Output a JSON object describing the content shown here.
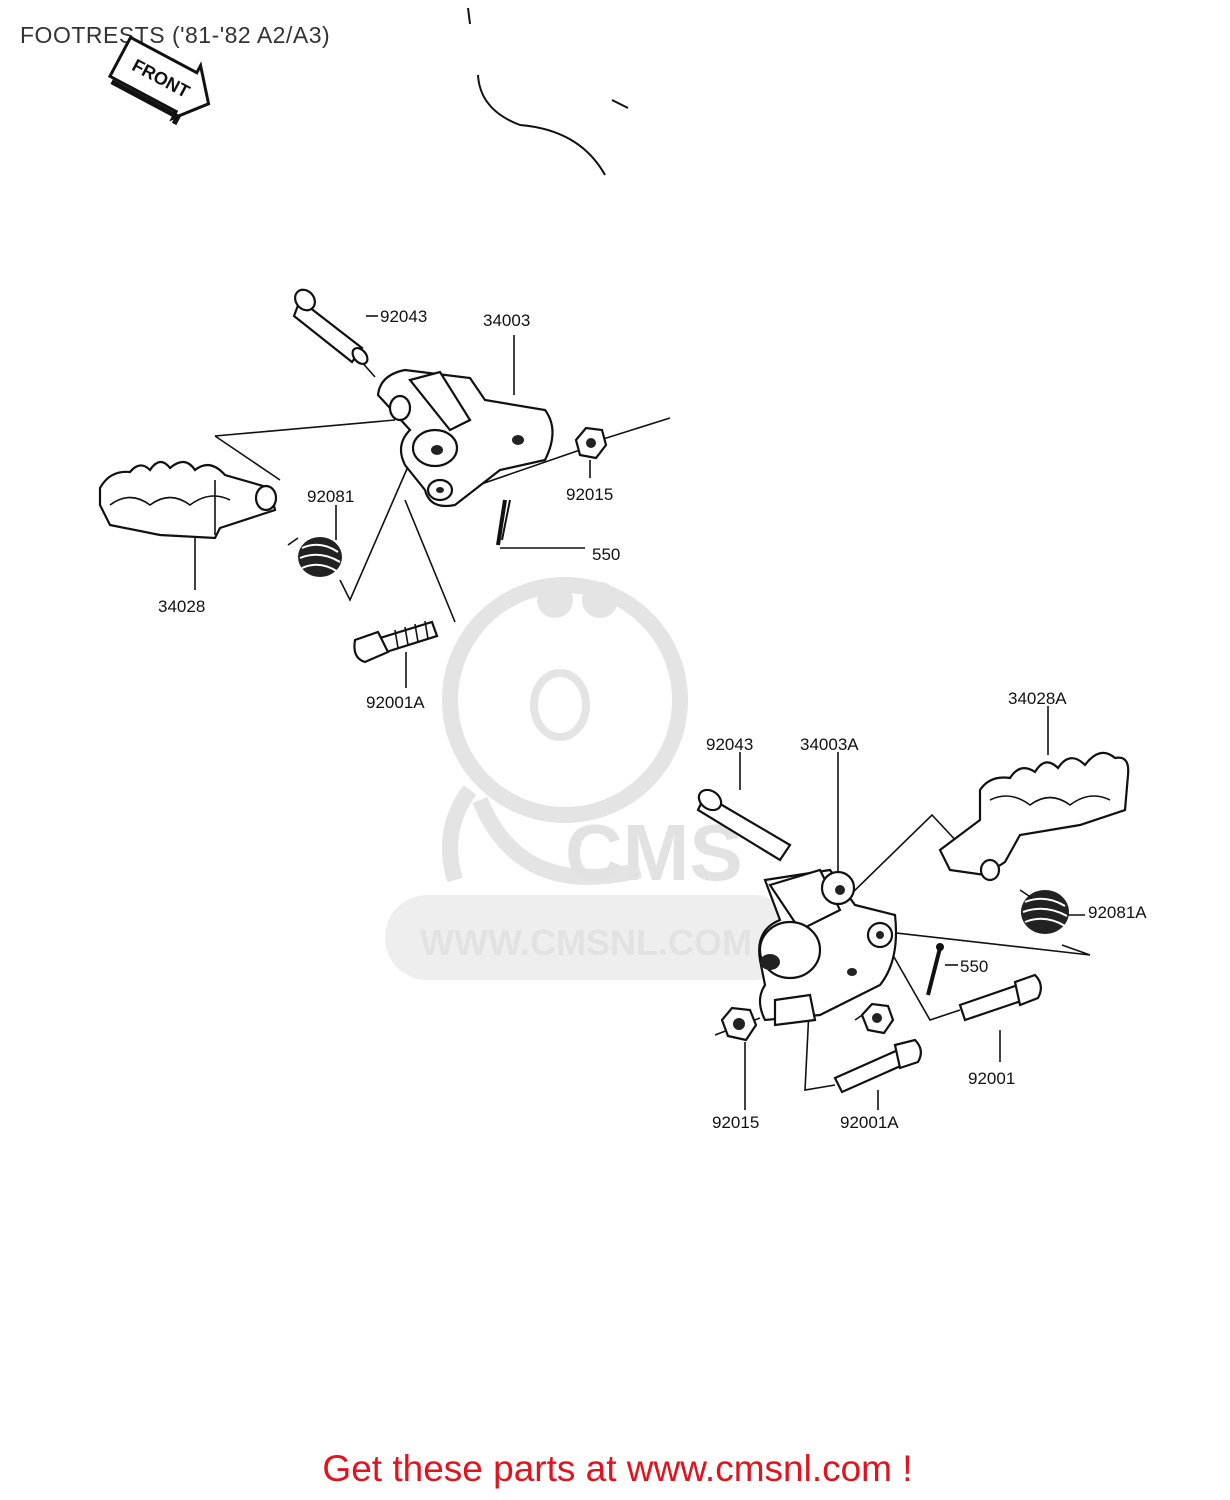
{
  "title": "FOOTRESTS ('81-'82 A2/A3)",
  "front_arrow": "FRONT",
  "watermark": {
    "brand": "CMS",
    "url": "WWW.CMSNL.COM"
  },
  "labels": {
    "left_pin": "92043",
    "left_bracket": "34003",
    "left_spring": "92081",
    "left_nut": "92015",
    "left_cotter_pin": "550",
    "left_footrest": "34028",
    "left_bolt": "92001A",
    "right_footrest": "34028A",
    "right_pin": "92043",
    "right_bracket": "34003A",
    "right_spring": "92081A",
    "right_cotter_pin": "550",
    "right_bolt": "92001",
    "right_nut": "92015",
    "right_bolt_lower": "92001A"
  },
  "footer": {
    "cta": "Get these parts at www.cmsnl.com !"
  }
}
